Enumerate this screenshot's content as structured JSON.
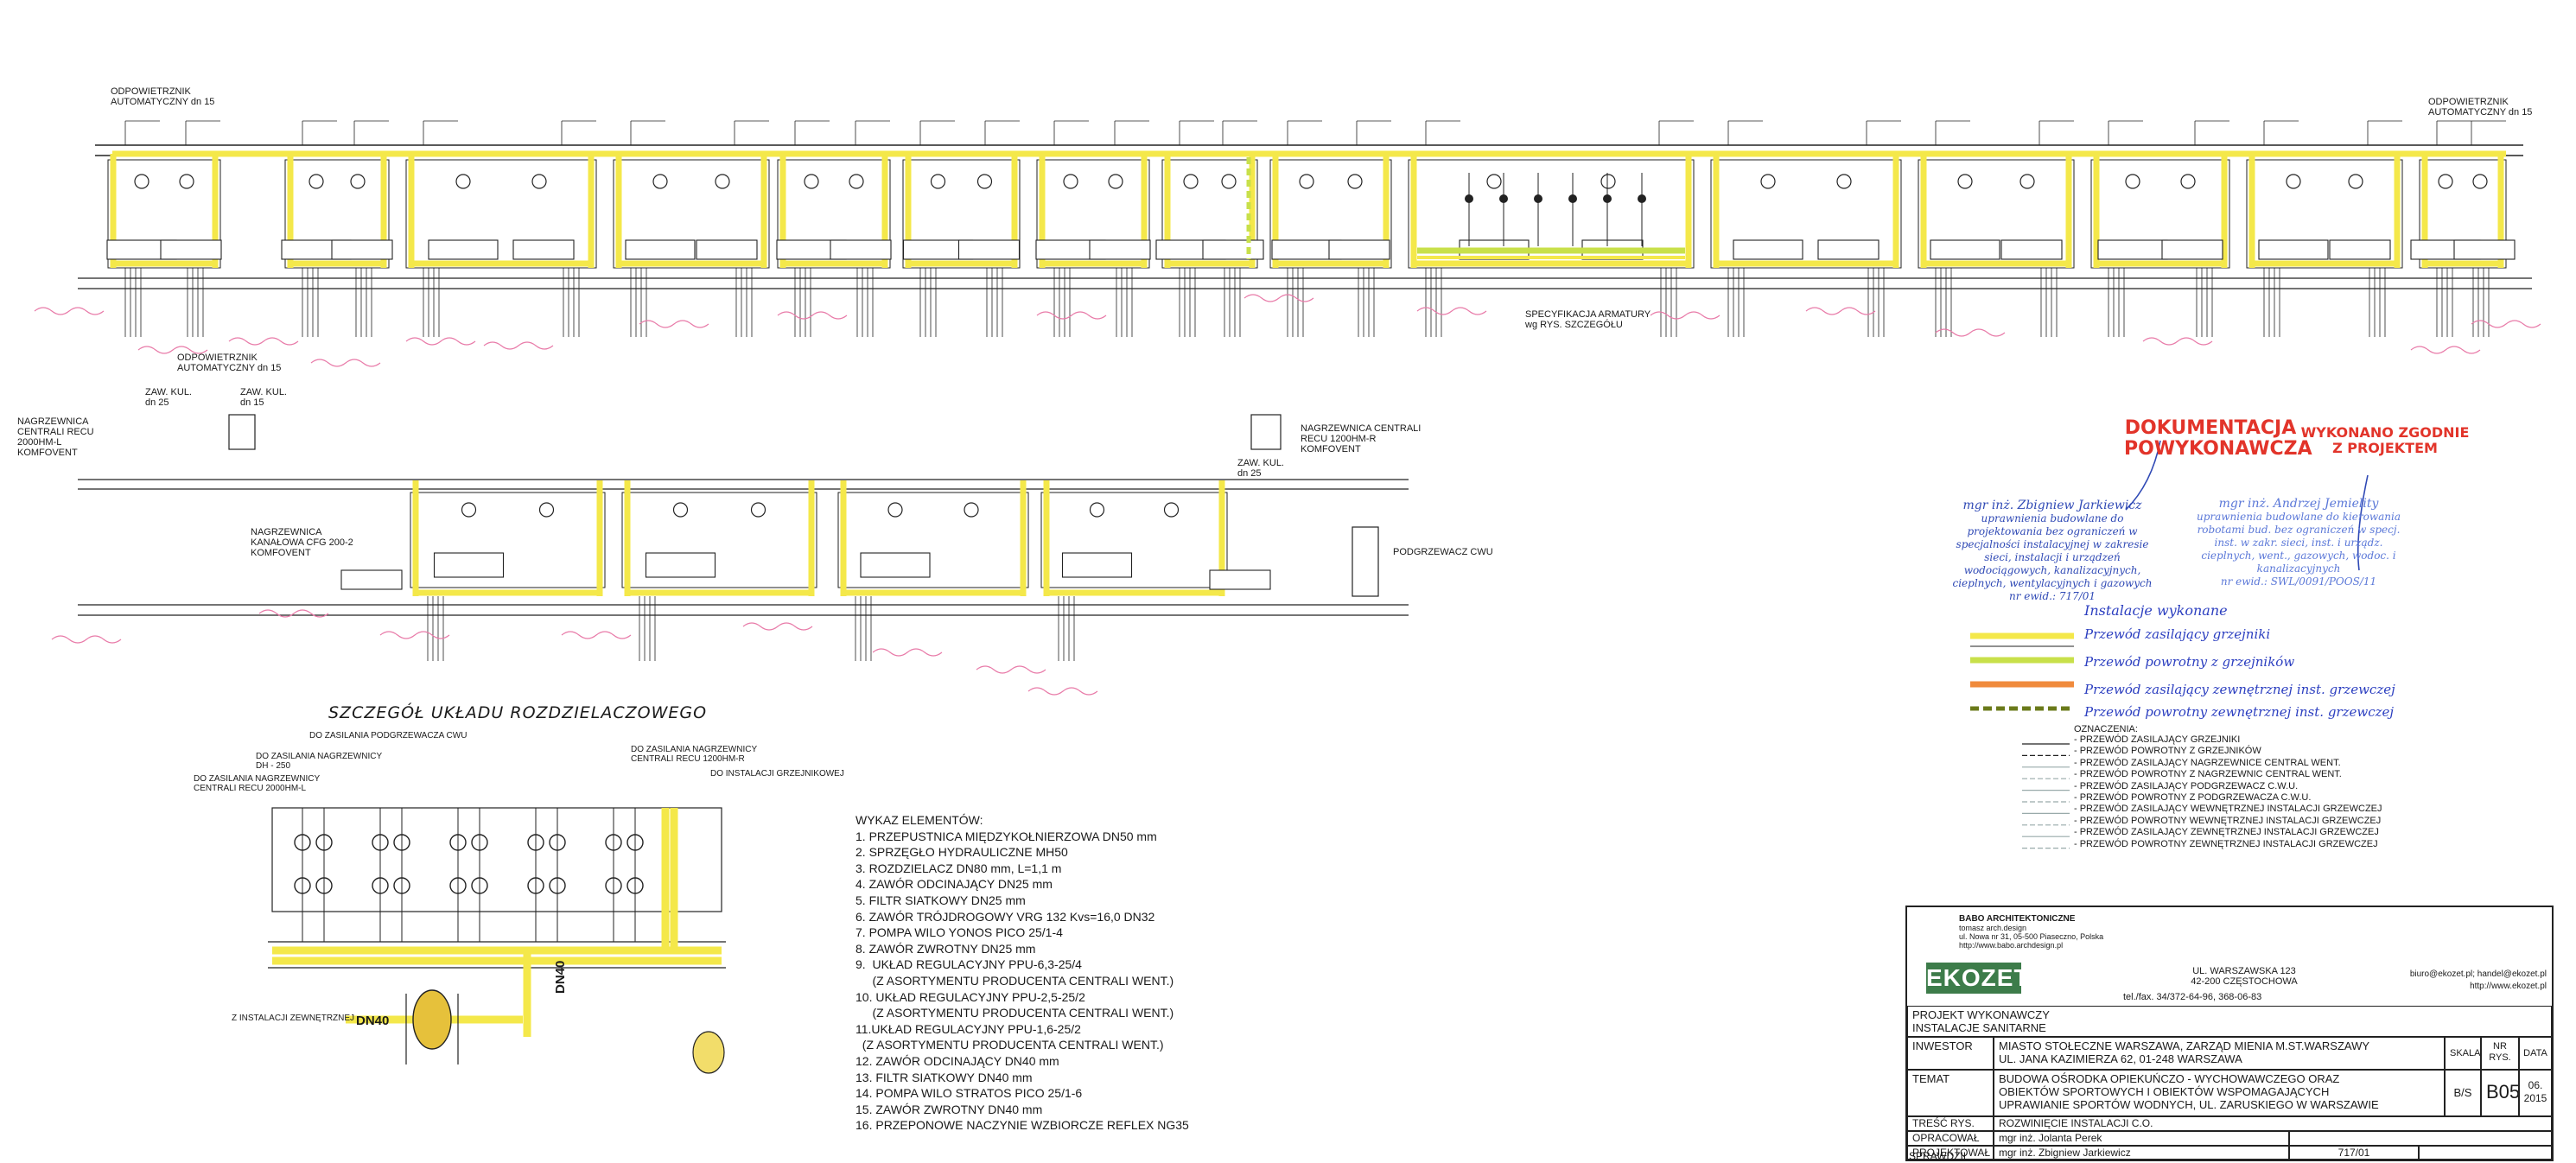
{
  "colors": {
    "supply_heating": "#f4e84a",
    "return_heating": "#c8e04a",
    "supply_external": "#f08a3c",
    "return_external": "#6a7a1a",
    "ink": "#222222",
    "stamp_red": "#e2342a",
    "stamp_blue": "#2f49b5",
    "handwriting_pink": "#e87aa8"
  },
  "top_labels": {
    "air_vent_left": "ODPOWIETRZNIK AUTOMATYCZNY dn 15",
    "air_vent_right": "ODPOWIETRZNIK AUTOMATYCZNY dn 15",
    "air_vent_mid": "ODPOWIETRZNIK AUTOMATYCZNY dn 15",
    "valve_spec": "SPECYFIKACJA ARMATURY wg RYS. SZCZEGÓŁU"
  },
  "mid_labels": {
    "heater_left": "NAGRZEWNICA CENTRALI RECU 2000HM-L KOMFOVENT",
    "heater_channel": "NAGRZEWNICA KANAŁOWA CFG 200-2 KOMFOVENT",
    "heater_right": "NAGRZEWNICA CENTRALI RECU 1200HM-R KOMFOVENT",
    "dhw_heater": "PODGRZEWACZ CWU",
    "zaw_kul_1": "ZAW. KUL. dn 25",
    "zaw_kul_2": "ZAW. KUL. dn 15",
    "zaw_kul_3": "ZAW. KUL. dn 25"
  },
  "detail": {
    "title": "SZCZEGÓŁ UKŁADU ROZDZIELACZOWEGO",
    "to_dhw": "DO ZASILANIA PODGRZEWACZA CWU",
    "to_heater_1": "DO ZASILANIA NAGRZEWNICY DH - 250",
    "to_heater_recu": "DO ZASILANIA NAGRZEWNICY CENTRALI RECU 2000HM-L",
    "to_heater_recu_r": "DO ZASILANIA NAGRZEWNICY CENTRALI RECU 1200HM-R",
    "to_radiators": "DO INSTALACJI GRZEJNIKOWEJ",
    "from_external": "Z INSTALACJI ZEWNĘTRZNEJ",
    "dn40_a": "DN40",
    "dn40_b": "DN40"
  },
  "elements": {
    "title": "WYKAZ ELEMENTÓW:",
    "items": [
      "1. PRZEPUSTNICA MIĘDZYKOŁNIERZOWA DN50 mm",
      "2. SPRZĘGŁO HYDRAULICZNE MH50",
      "3. ROZDZIELACZ DN80 mm, L=1,1 m",
      "4. ZAWÓR ODCINAJĄCY DN25 mm",
      "5. FILTR SIATKOWY DN25 mm",
      "6. ZAWÓR TRÓJDROGOWY VRG 132 Kvs=16,0 DN32",
      "7. POMPA WILO YONOS PICO 25/1-4",
      "8. ZAWÓR ZWROTNY DN25 mm",
      "9.  UKŁAD REGULACYJNY PPU-6,3-25/4",
      "     (Z ASORTYMENTU PRODUCENTA CENTRALI WENT.)",
      "10. UKŁAD REGULACYJNY PPU-2,5-25/2",
      "     (Z ASORTYMENTU PRODUCENTA CENTRALI WENT.)",
      "11.UKŁAD REGULACYJNY PPU-1,6-25/2",
      "  (Z ASORTYMENTU PRODUCENTA CENTRALI WENT.)",
      "12. ZAWÓR ODCINAJĄCY DN40 mm",
      "13. FILTR SIATKOWY DN40 mm",
      "14. POMPA WILO STRATOS PICO 25/1-6",
      "15. ZAWÓR ZWROTNY DN40 mm",
      "16. PRZEPONOWE NACZYNIE WZBIORCZE REFLEX NG35"
    ]
  },
  "stamps": {
    "as_built_line1": "DOKUMENTACJA",
    "as_built_line2": "POWYKONAWCZA",
    "per_project_line1": "WYKONANO ZGODNIE",
    "per_project_line2": "Z PROJEKTEM",
    "designer_name": "mgr inż. Zbigniew Jarkiewicz",
    "designer_text": "uprawnienia budowlane do projektowania bez ograniczeń w specjalności instalacyjnej w zakresie sieci, instalacji i urządzeń wodociągowych, kanalizacyjnych, cieplnych, wentylacyjnych i gazowych",
    "designer_number": "nr ewid.: 717/01",
    "supervisor_name": "mgr inż. Andrzej Jemielity",
    "supervisor_text": "uprawnienia budowlane do kierowania robotami bud. bez ograniczeń w specj. inst. w zakr. sieci, inst. i urządz. cieplnych, went., gazowych, wodoc. i kanalizacyjnych",
    "supervisor_number": "nr ewid.: SWL/0091/POOS/11"
  },
  "handwritten_legend": {
    "title": "Instalacje wykonane",
    "items": [
      "Przewód zasilający grzejniki",
      "Przewód powrotny z grzejników",
      "Przewód zasilający zewnętrznej inst. grzewczej",
      "Przewód powrotny zewnętrznej inst. grzewczej"
    ]
  },
  "legend": {
    "title": "OZNACZENIA:",
    "items": [
      "- PRZEWÓD ZASILAJĄCY GRZEJNIKI",
      "- PRZEWÓD POWROTNY Z GRZEJNIKÓW",
      "- PRZEWÓD ZASILAJĄCY NAGRZEWNICE CENTRAL WENT.",
      "- PRZEWÓD POWROTNY Z NAGRZEWNIC CENTRAL WENT.",
      "- PRZEWÓD ZASILAJĄCY PODGRZEWACZ C.W.U.",
      "- PRZEWÓD POWROTNY Z PODGRZEWACZA C.W.U.",
      "- PRZEWÓD ZASILAJĄCY WEWNĘTRZNEJ INSTALACJI GRZEWCZEJ",
      "- PRZEWÓD POWROTNY WEWNĘTRZNEJ INSTALACJI GRZEWCZEJ",
      "- PRZEWÓD ZASILAJĄCY ZEWNĘTRZNEJ INSTALACJI GRZEWCZEJ",
      "- PRZEWÓD POWROTNY ZEWNĘTRZNEJ INSTALACJI GRZEWCZEJ"
    ]
  },
  "title_block": {
    "architect_name": "BABO ARCHITEKTONICZNE",
    "architect_sub": "tomasz arch.design",
    "architect_addr": "ul. Nowa nr 31, 05-500 Piaseczno, Polska",
    "architect_web": "http://www.babo.archdesign.pl",
    "company": "EKOZET",
    "company_addr1": "UL. WARSZAWSKA 123",
    "company_addr2": "42-200 CZĘSTOCHOWA",
    "company_phone": "tel./fax. 34/372-64-96, 368-06-83",
    "company_email": "biuro@ekozet.pl; handel@ekozet.pl",
    "company_web": "http://www.ekozet.pl",
    "project_type": "PROJEKT WYKONAWCZY",
    "project_sub": "INSTALACJE SANITARNE",
    "investor_label": "INWESTOR",
    "investor_value_1": "MIASTO STOŁECZNE WARSZAWA, ZARZĄD MIENIA M.ST.WARSZAWY",
    "investor_value_2": "UL. JANA KAZIMIERZA 62, 01-248 WARSZAWA",
    "topic_label": "TEMAT",
    "topic_value_1": "BUDOWA OŚRODKA OPIEKUŃCZO - WYCHOWAWCZEGO ORAZ",
    "topic_value_2": "OBIEKTÓW SPORTOWYCH I OBIEKTÓW WSPOMAGAJĄCYCH",
    "topic_value_3": "UPRAWIANIE SPORTÓW WODNYCH, UL. ZARUSKIEGO W WARSZAWIE",
    "scale_label": "SKALA",
    "scale_value": "B/S",
    "sheet_label_1": "NR",
    "sheet_label_2": "RYS.",
    "sheet_value": "B05",
    "date_label": "DATA",
    "date_value_1": "06.",
    "date_value_2": "2015",
    "content_label": "TREŚĆ RYS.",
    "content_value": "ROZWINIĘCIE INSTALACJI C.O.",
    "prepared_label": "OPRACOWAŁ",
    "prepared_value": "mgr inż. Jolanta Perek",
    "designer_label": "PROJEKTOWAŁ",
    "designer_value": "mgr inż. Zbigniew Jarkiewicz",
    "designer_no": "717/01",
    "checked_label": "SPRAWDZIŁ"
  }
}
